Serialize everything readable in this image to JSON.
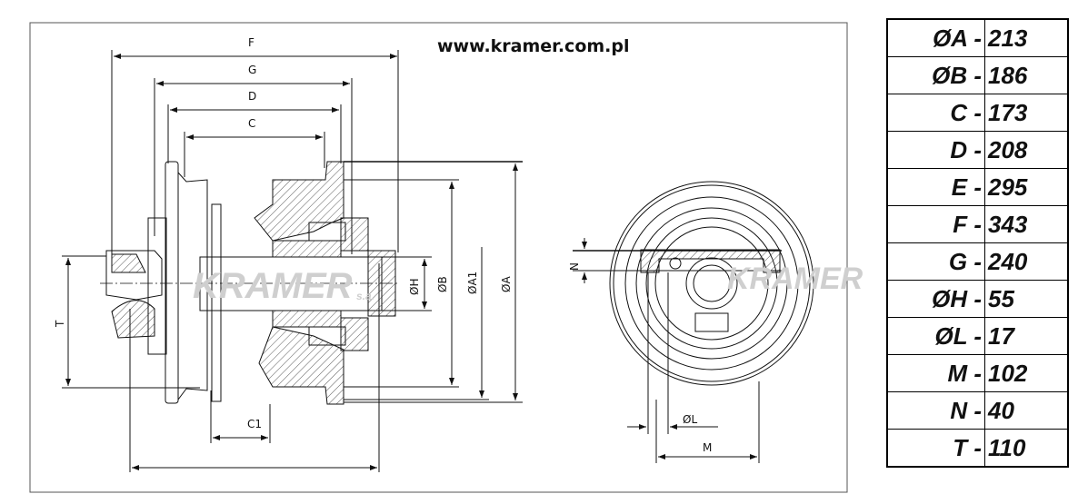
{
  "header": {
    "url": "www.kramer.com.pl"
  },
  "watermark": {
    "brand": "KRAMER",
    "suffix": "s.a."
  },
  "drawing_labels": {
    "F": "F",
    "G": "G",
    "D": "D",
    "C": "C",
    "T": "T",
    "C1": "C1",
    "H": "ØH",
    "B": "ØB",
    "A1": "ØA1",
    "A": "ØA",
    "N": "N",
    "L": "ØL",
    "M": "M"
  },
  "dimensions": [
    {
      "key": "ØA -",
      "value": "213"
    },
    {
      "key": "ØB -",
      "value": "186"
    },
    {
      "key": "C -",
      "value": "173"
    },
    {
      "key": "D -",
      "value": "208"
    },
    {
      "key": "E -",
      "value": "295"
    },
    {
      "key": "F -",
      "value": "343"
    },
    {
      "key": "G -",
      "value": "240"
    },
    {
      "key": "ØH -",
      "value": "55"
    },
    {
      "key": "ØL -",
      "value": "17"
    },
    {
      "key": "M -",
      "value": "102"
    },
    {
      "key": "N -",
      "value": "40"
    },
    {
      "key": "T -",
      "value": "110"
    }
  ],
  "colors": {
    "line": "#111111",
    "watermark_red": "#e88a8a",
    "watermark_grey": "#c8c8c8"
  }
}
